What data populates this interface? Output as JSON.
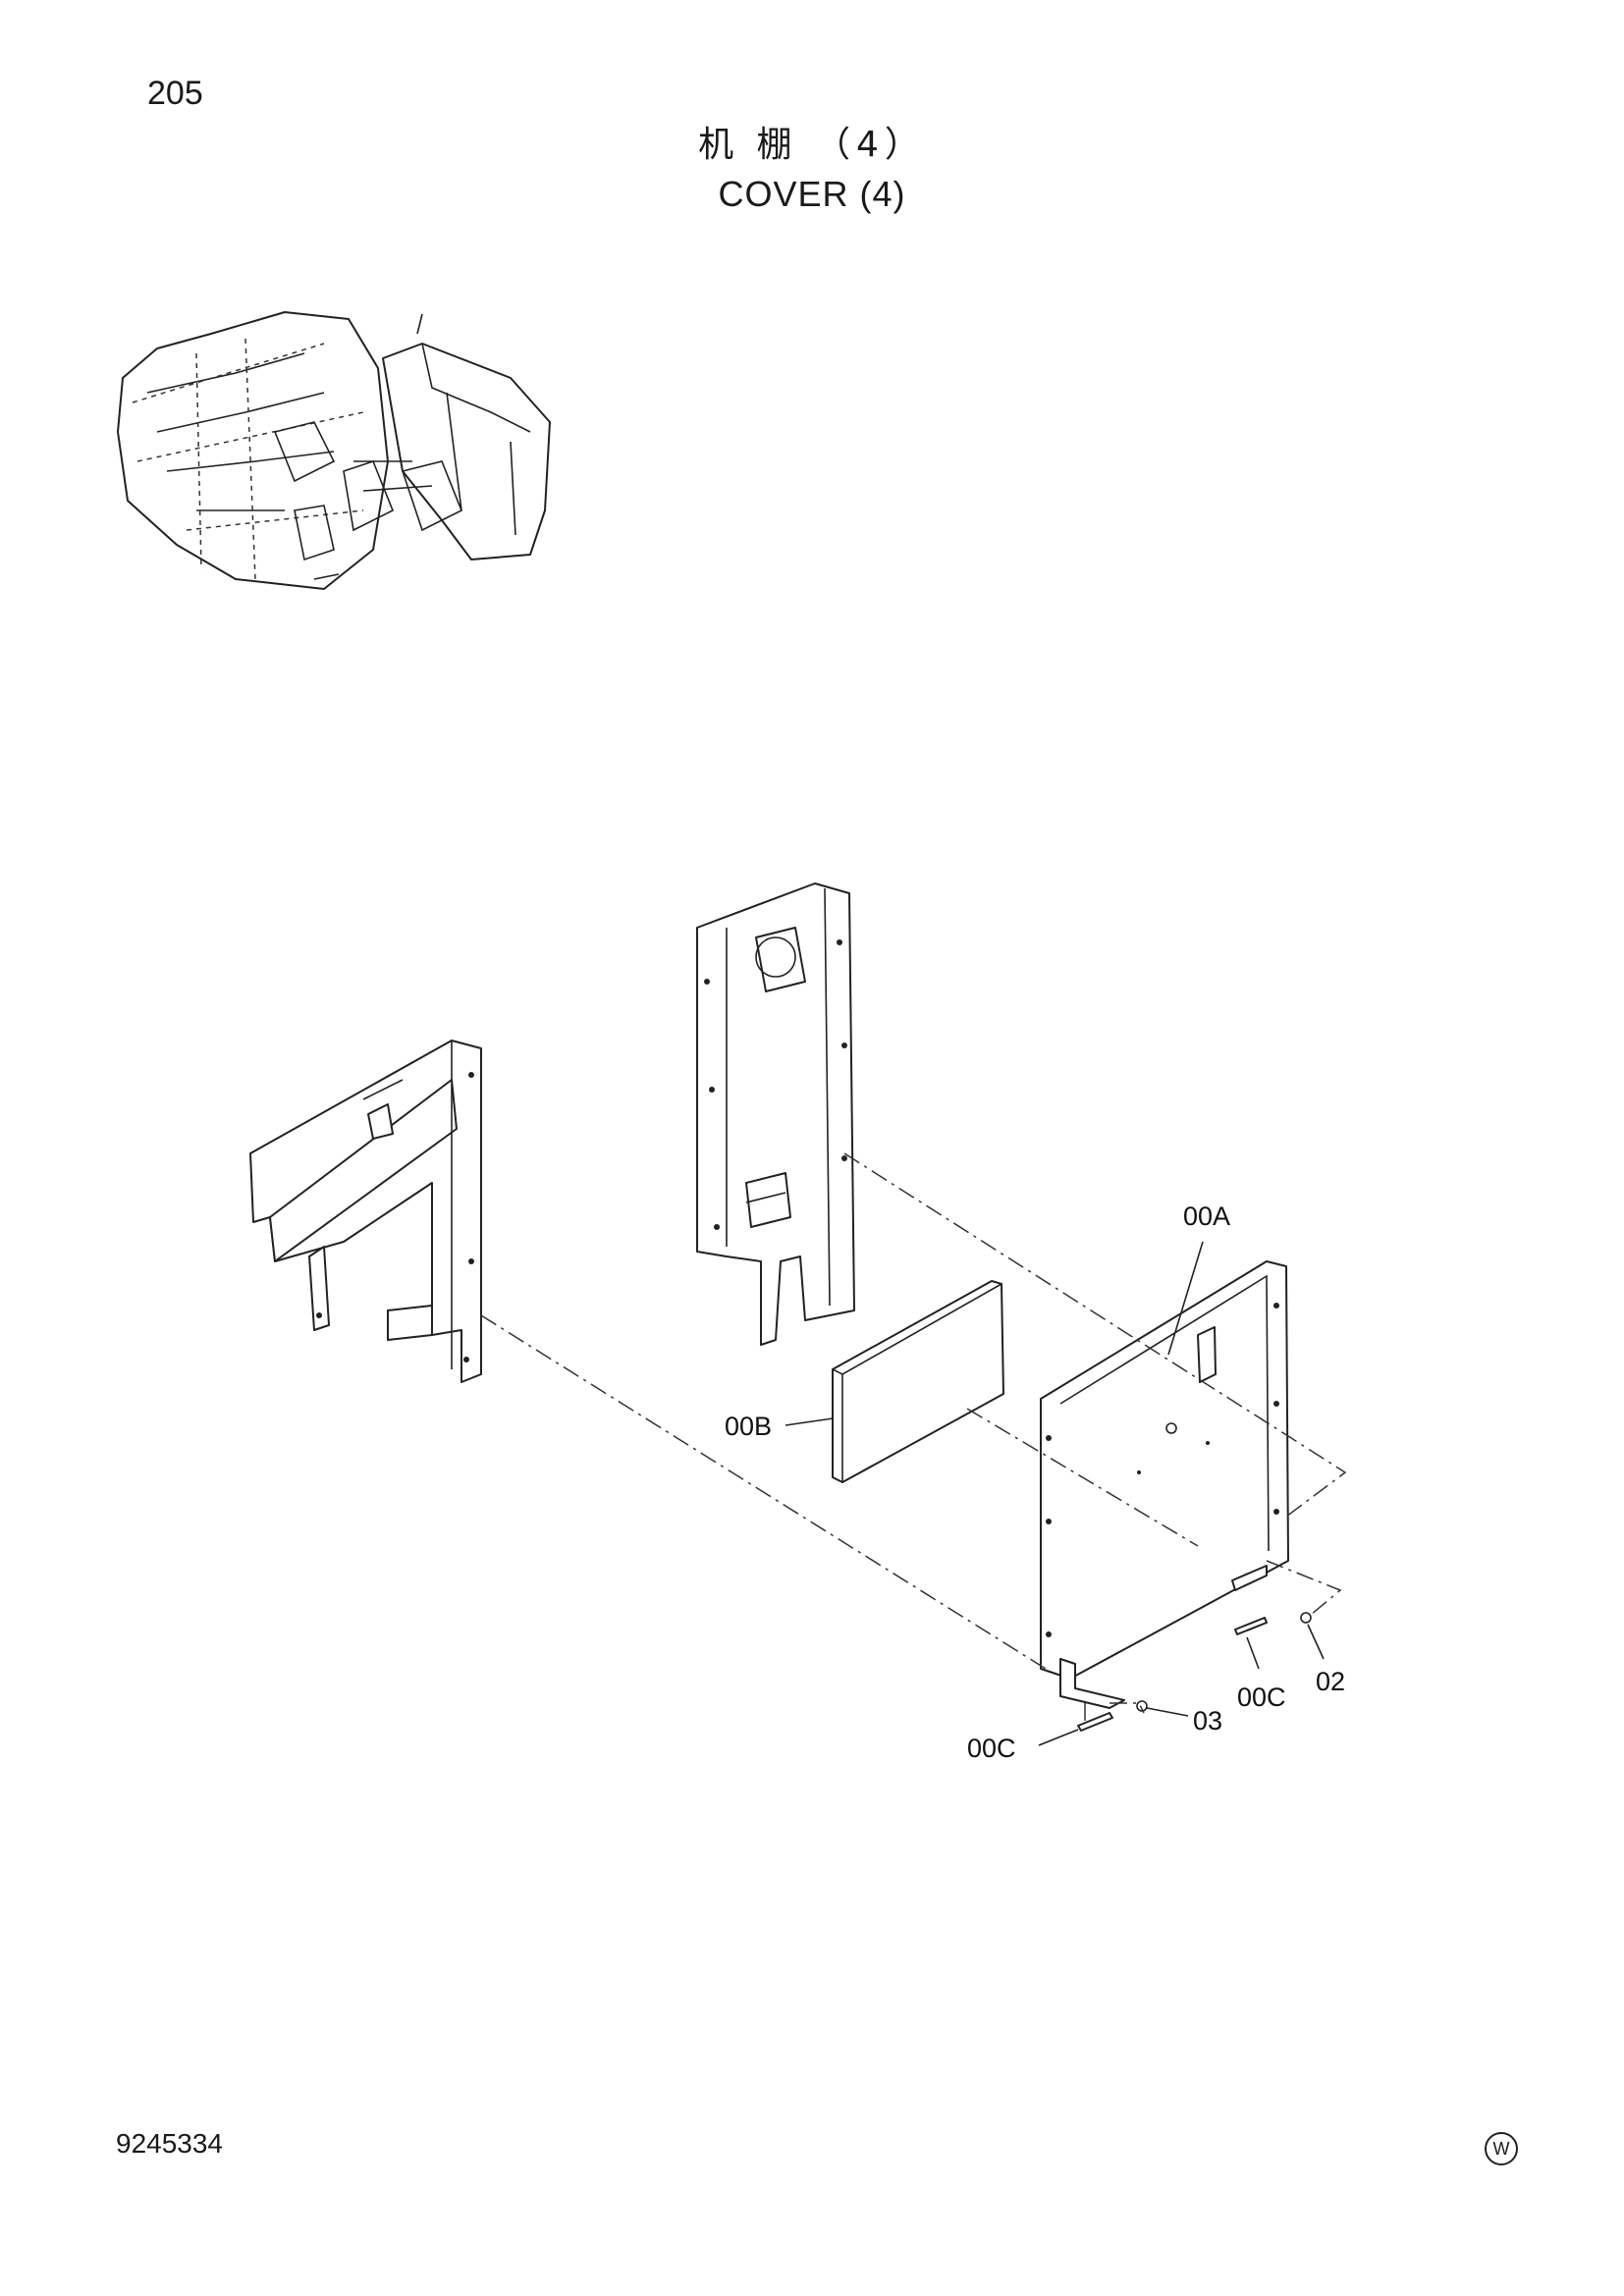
{
  "page": {
    "number": "205",
    "title_cn": "机 棚 （4）",
    "title_en": "COVER (4)",
    "doc_number": "9245334",
    "mark": "W"
  },
  "callouts": {
    "00A": "00A",
    "00B": "00B",
    "00C_left": "00C",
    "00C_right": "00C",
    "03": "03",
    "02": "02"
  }
}
